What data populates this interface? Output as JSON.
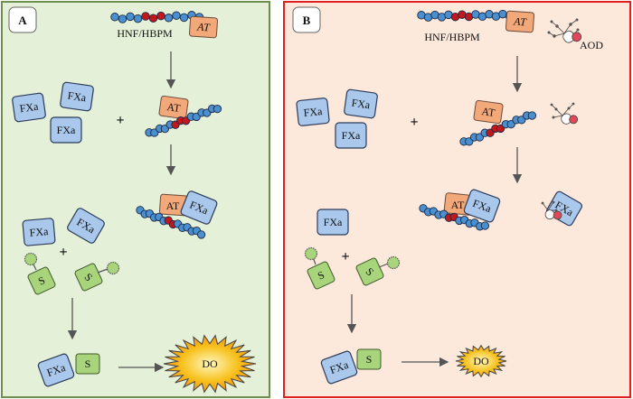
{
  "panels": [
    {
      "badge": "A",
      "background": "#e4f0d8",
      "border": "#6f8f4e"
    },
    {
      "badge": "B",
      "background": "#fde8dc",
      "border": "#e02020"
    }
  ],
  "labels": {
    "hnf": "HNF/HBPM",
    "at": "AT",
    "fxa": "FXa",
    "s": "S",
    "plus": "+",
    "do": "DO",
    "aod": "AOD"
  },
  "colors": {
    "bead_blue": "#4a90d0",
    "bead_red": "#c0181c",
    "fxa_fill": "#a9c8ec",
    "at_fill": "#f2a878",
    "s_fill": "#a8d47c",
    "do_fill": "#f7c21e"
  }
}
